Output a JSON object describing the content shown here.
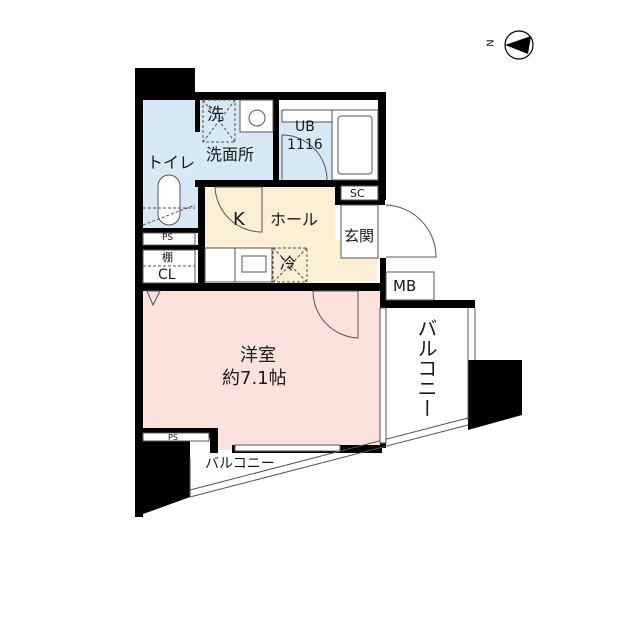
{
  "compass": {
    "label": "N",
    "icon": "north-arrow-icon"
  },
  "colors": {
    "wall": "#000000",
    "wet_area": "#d6e9f5",
    "kitchen_hall": "#fcefd6",
    "western_room": "#fbe2dc",
    "balcony": "#ffffff",
    "line": "#555555"
  },
  "rooms": {
    "laundry": "洗",
    "washroom": "洗面所",
    "toilet": "トイレ",
    "unit_bath": {
      "line1": "UB",
      "line2": "1116"
    },
    "kitchen": "K",
    "hall": "ホール",
    "shoe_closet": "SC",
    "entrance": "玄関",
    "pipe_space_top": "PS",
    "shelf": "棚",
    "closet": "CL",
    "fridge": "冷",
    "meter_box": "MB",
    "western_room": {
      "line1": "洋室",
      "line2": "約7.1帖"
    },
    "pipe_space_bottom": "PS",
    "balcony_right": "バルコニー",
    "balcony_bottom": "バルコニー"
  }
}
